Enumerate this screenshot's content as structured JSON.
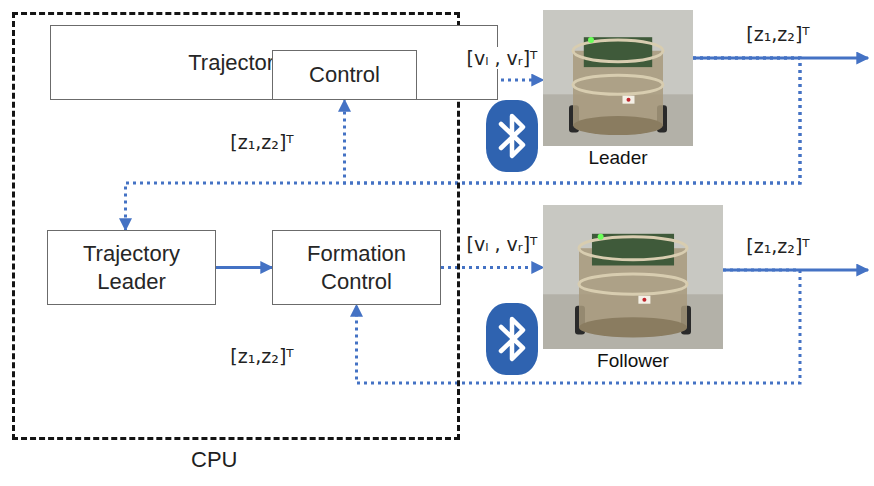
{
  "diagram": {
    "nodes": [
      {
        "text": [
          "CPU"
        ]
      },
      {
        "text": [
          "Trajectory Design"
        ],
        "in": 0
      },
      {
        "text": [
          "Control"
        ],
        "in": 0
      },
      {
        "text": [
          "Trajectory Leader"
        ],
        "in": 0
      },
      {
        "text": [
          "Formation Control"
        ],
        "in": 0
      },
      {
        "text": [
          "Leader"
        ]
      },
      {
        "text": [
          "Follower"
        ]
      }
    ],
    "edges": [
      {
        "from": 1,
        "to": 2,
        "arrow": "to"
      },
      {
        "from": 2,
        "to": 5,
        "arrow": "to",
        "label": "[vₗ , vᵣ]ᵀ"
      },
      {
        "from": 5,
        "to": 2,
        "arrow": "to",
        "label": "[z₁,z₂]ᵀ"
      },
      {
        "from": 5,
        "to": 3,
        "arrow": "to"
      },
      {
        "from": 3,
        "to": 4,
        "arrow": "to"
      },
      {
        "from": 4,
        "to": 6,
        "arrow": "to",
        "label": "[vₗ , vᵣ]ᵀ"
      },
      {
        "from": 6,
        "to": 4,
        "arrow": "to",
        "label": "[z₁,z₂]ᵀ"
      }
    ],
    "labels": [
      "[z₁,z₂]ᵀ",
      "[z₁,z₂]ᵀ"
    ]
  }
}
